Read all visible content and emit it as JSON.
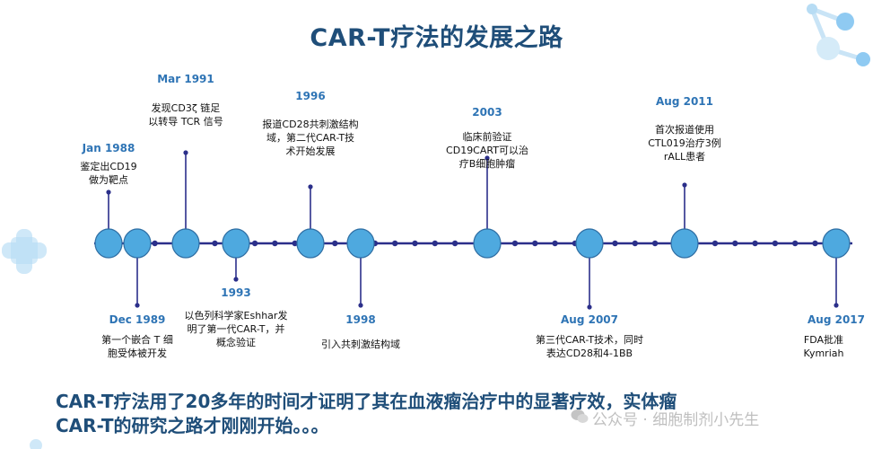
{
  "title": "CAR-T疗法的发展之路",
  "summary": {
    "line1": "CAR-T疗法用了20多年的时间才证明了其在血液瘤治疗中的显著疗效，实体瘤",
    "line2": "CAR-T的研究之路才刚刚开始。。。"
  },
  "watermark": "公众号 · 细胞制剂小先生",
  "colors": {
    "title": "#1f4e79",
    "date": "#2e74b5",
    "node_fill": "#4ea9df",
    "node_stroke": "#2f6ea3",
    "axis": "#2b2f8a",
    "summary": "#1f4e79"
  },
  "milestones": [
    {
      "date": "Jan 1988",
      "desc": [
        "鉴定出CD19",
        "做为靶点"
      ],
      "position": "above"
    },
    {
      "date": "Dec 1989",
      "desc": [
        "第一个嵌合 T 细",
        "胞受体被开发"
      ],
      "position": "below"
    },
    {
      "date": "Mar 1991",
      "desc": [
        "发现CD3ζ  链足",
        "以转导 TCR 信号"
      ],
      "position": "above"
    },
    {
      "date": "1993",
      "desc": [
        "以色列科学家Eshhar发",
        "明了第一代CAR-T，并",
        "概念验证"
      ],
      "position": "below"
    },
    {
      "date": "1996",
      "desc": [
        "报道CD28共刺激结构",
        "域，第二代CAR-T技",
        "术开始发展"
      ],
      "position": "above"
    },
    {
      "date": "1998",
      "desc": [
        "引入共刺激结构域"
      ],
      "position": "below"
    },
    {
      "date": "2003",
      "desc": [
        "临床前验证",
        "CD19CART可以治",
        "疗B细胞肿瘤"
      ],
      "position": "above"
    },
    {
      "date": "Aug 2007",
      "desc": [
        "第三代CAR-T技术，同时",
        "表达CD28和4-1BB"
      ],
      "position": "below"
    },
    {
      "date": "Aug 2011",
      "desc": [
        "首次报道使用",
        "CTL019治疗3例",
        "rALL患者"
      ],
      "position": "above"
    },
    {
      "date": "Aug 2017",
      "desc": [
        "FDA批准",
        "Kymriah"
      ],
      "position": "below"
    }
  ]
}
